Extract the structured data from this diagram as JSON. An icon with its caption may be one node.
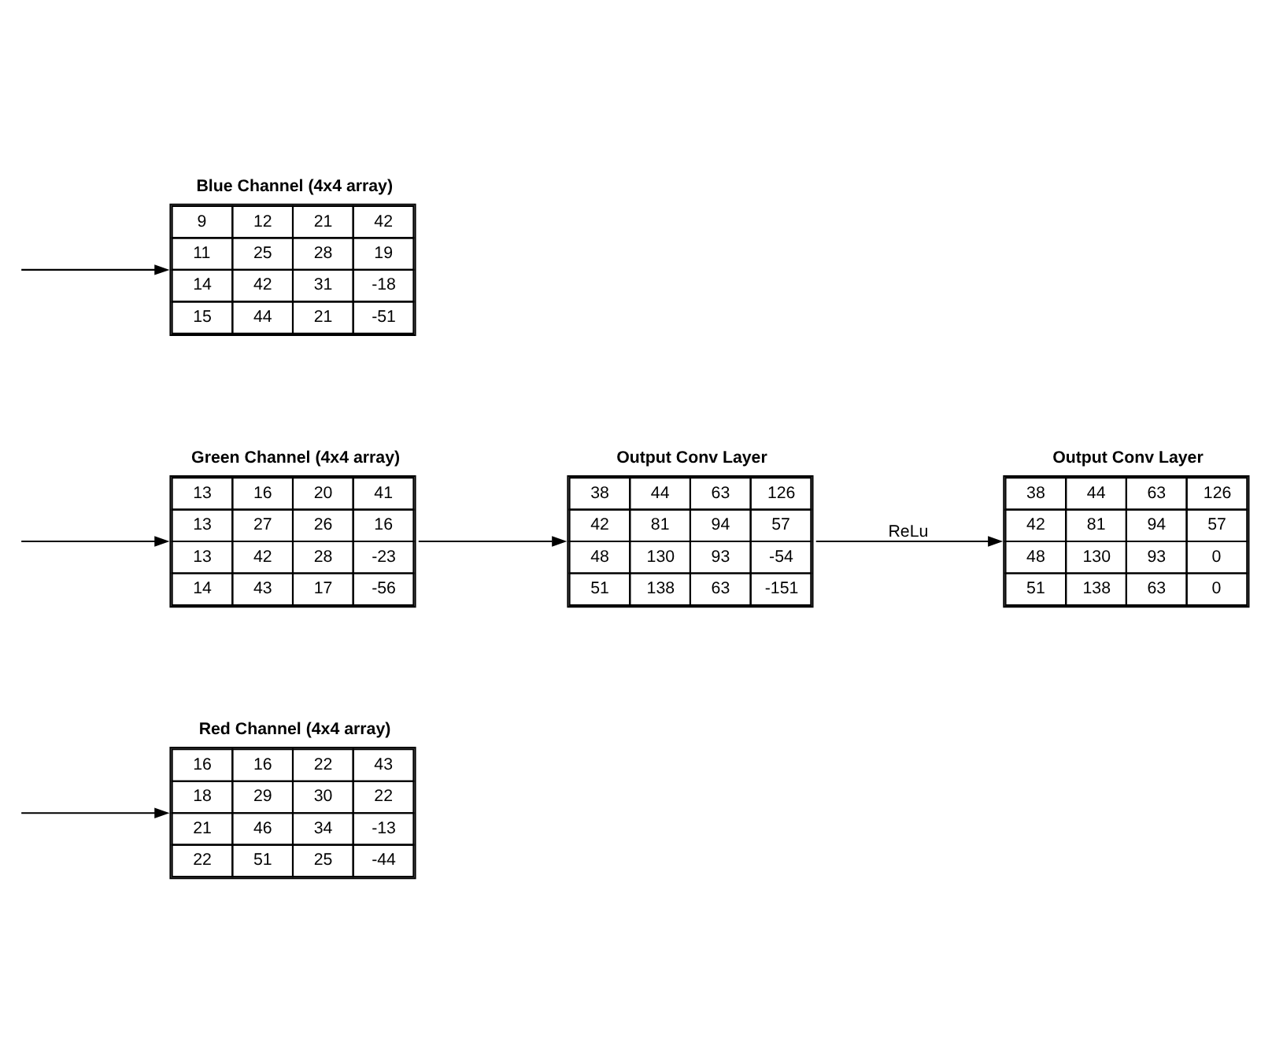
{
  "diagram": {
    "nodes": [
      {
        "text": [
          "Red Channel (4x4 array)",
          "16",
          "16",
          "22",
          "43",
          "18",
          "29",
          "30",
          "22",
          "21",
          "46",
          "34",
          "-13",
          "22",
          "51",
          "25",
          "-44"
        ]
      },
      {
        "text": [
          "Green Channel (4x4 array)",
          "13",
          "16",
          "20",
          "41",
          "13",
          "27",
          "26",
          "16",
          "13",
          "42",
          "28",
          "-23",
          "14",
          "43",
          "17",
          "-56"
        ]
      },
      {
        "text": [
          "Blue Channel (4x4 array)",
          "9",
          "12",
          "21",
          "42",
          "11",
          "25",
          "28",
          "19",
          "14",
          "42",
          "31",
          "-18",
          "15",
          "44",
          "21",
          "-51"
        ]
      },
      {
        "text": [
          "Output Conv Layer",
          "38",
          "44",
          "63",
          "126",
          "42",
          "81",
          "94",
          "57",
          "48",
          "130",
          "93",
          "-54",
          "51",
          "138",
          "63",
          "-151"
        ]
      },
      {
        "text": [
          "Output Conv Layer",
          "38",
          "44",
          "63",
          "126",
          "42",
          "81",
          "94",
          "57",
          "48",
          "130",
          "93",
          "0",
          "51",
          "138",
          "63",
          "0"
        ]
      }
    ],
    "edges": [
      {
        "from": null,
        "to": 0,
        "arrow": "to"
      },
      {
        "from": null,
        "to": 1,
        "arrow": "to"
      },
      {
        "from": null,
        "to": 2,
        "arrow": "to"
      },
      {
        "from": 1,
        "to": 3,
        "arrow": "to"
      },
      {
        "from": 3,
        "to": 4,
        "arrow": "to",
        "label": "ReLu"
      }
    ]
  }
}
